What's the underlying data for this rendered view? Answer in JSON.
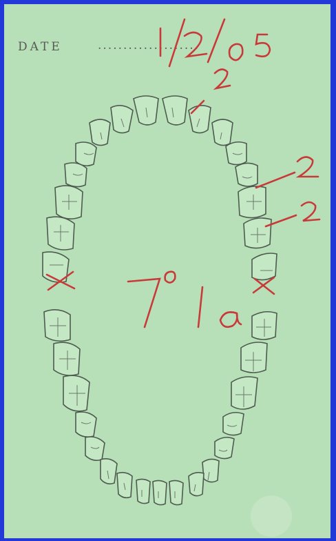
{
  "form": {
    "date_label": "DATE",
    "date_dots": "....................",
    "date_value": "1/2/05"
  },
  "annotations": {
    "upper_tooth_mark": "2",
    "right_mark_1": "2",
    "right_mark_2": "2",
    "center_notation_number": "7",
    "center_notation_superscript": "o",
    "center_notation_suffix": "/a"
  },
  "colors": {
    "paper": "#b8e0b8",
    "border": "#2239d8",
    "ink_red": "#c83a3a",
    "ink_print": "#555a55"
  }
}
